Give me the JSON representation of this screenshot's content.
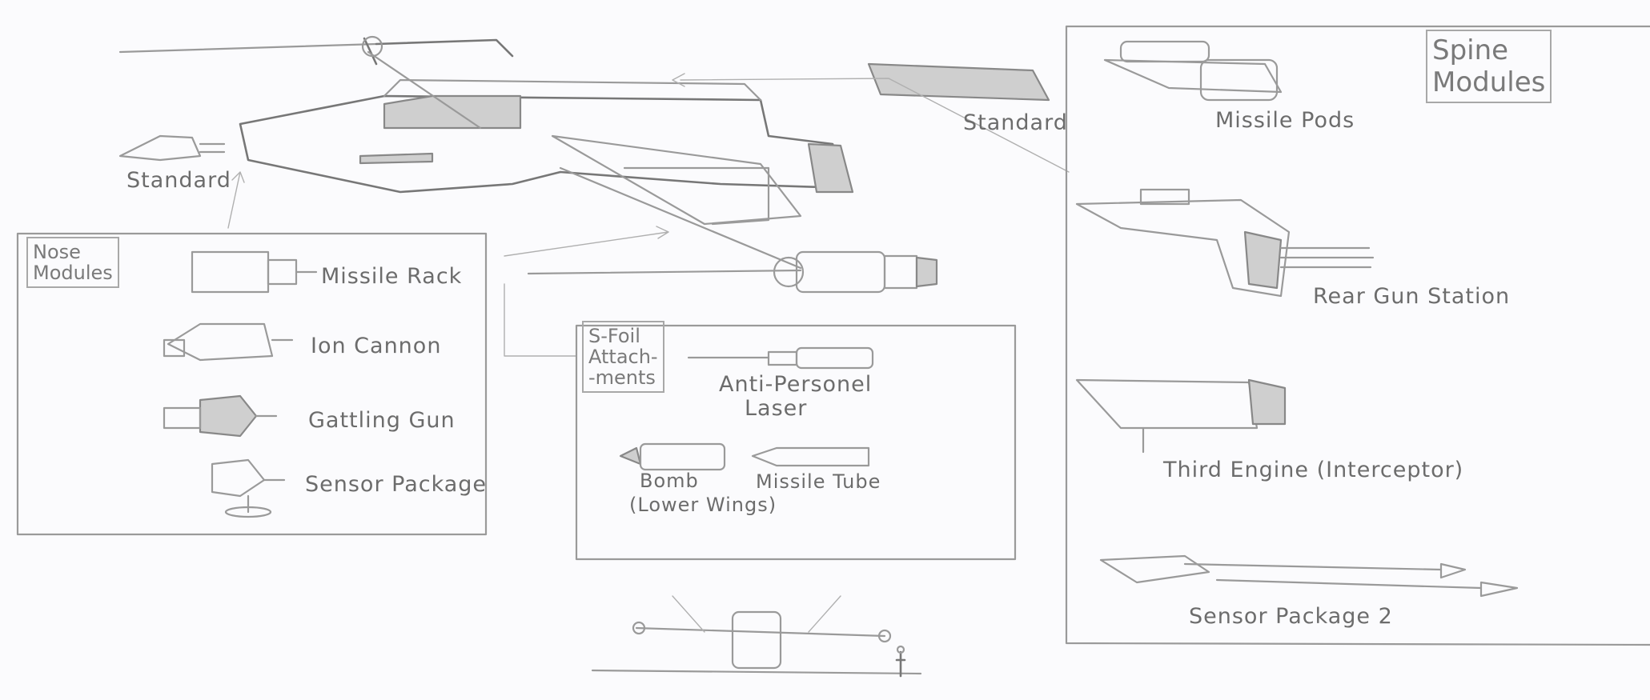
{
  "ship_labels": {
    "nose_standard": "Standard",
    "spine_standard": "Standard"
  },
  "nose_modules": {
    "title_line1": "Nose",
    "title_line2": "Modules",
    "items": [
      "Missile Rack",
      "Ion Cannon",
      "Gattling Gun",
      "Sensor Package"
    ]
  },
  "sfoil": {
    "title_line1": "S-Foil",
    "title_line2": "Attach-",
    "title_line3": "-ments",
    "anti_personel_line1": "Anti-Personel",
    "anti_personel_line2": "Laser",
    "bomb_line1": "Bomb",
    "bomb_line2": "(Lower Wings)",
    "missile_tube": "Missile Tube"
  },
  "spine_modules": {
    "title_line1": "Spine",
    "title_line2": "Modules",
    "items": [
      "Missile Pods",
      "Rear Gun Station",
      "Third Engine (Interceptor)",
      "Sensor Package 2"
    ]
  }
}
